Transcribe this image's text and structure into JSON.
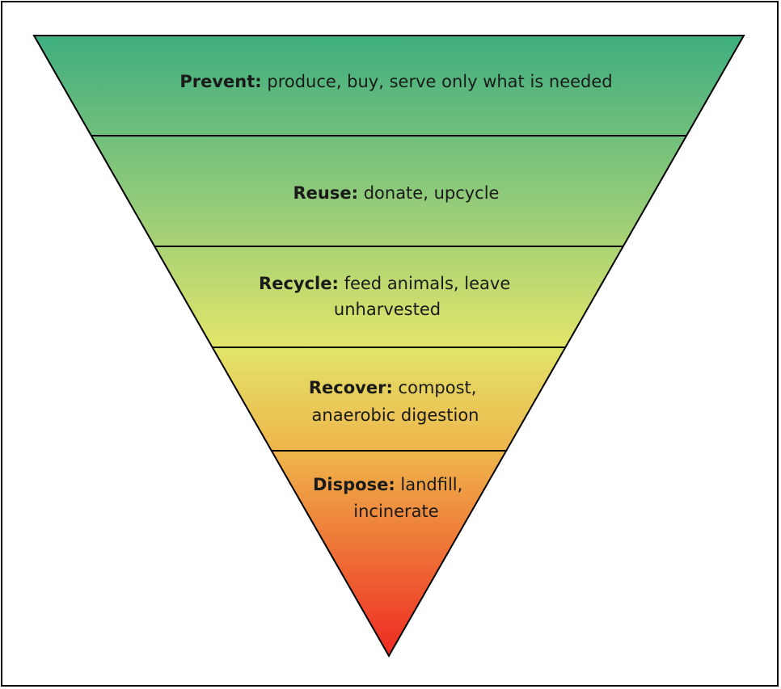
{
  "hierarchy": {
    "colors": {
      "top": "#3fae7f",
      "upper": "#8cc97a",
      "middle": "#e2e56a",
      "lower": "#efb24a",
      "bottom": "#ee2a22",
      "outline": "#000000"
    },
    "tiers": [
      {
        "key": "Prevent:",
        "lines": [
          "produce, buy, serve only what is needed"
        ]
      },
      {
        "key": "Reuse:",
        "lines": [
          "donate, upcycle"
        ]
      },
      {
        "key": "Recycle:",
        "lines": [
          "feed animals, leave",
          "unharvested"
        ]
      },
      {
        "key": "Recover:",
        "lines": [
          "compost,",
          "anaerobic digestion"
        ]
      },
      {
        "key": "Dispose:",
        "lines": [
          "landfill,",
          "incinerate"
        ]
      }
    ]
  }
}
